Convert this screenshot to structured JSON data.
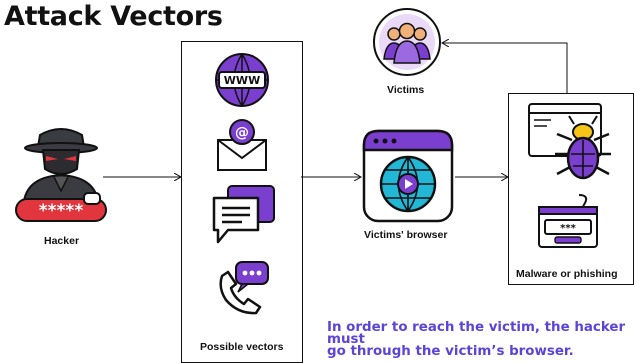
{
  "title": "Attack Vectors",
  "labels": {
    "hacker": "Hacker",
    "vectors": "Possible vectors",
    "browser": "Victims' browser",
    "victims": "Victims",
    "malware": "Malware or phishing"
  },
  "note": {
    "line1": "In order to reach the victim, the hacker must",
    "line2": "go through the victim’s browser."
  },
  "icons": {
    "hacker": "hacker-icon",
    "www": "www-icon",
    "email": "email-icon",
    "chat": "chat-icon",
    "phone": "phone-call-icon",
    "browser": "browser-globe-icon",
    "victims": "victims-group-icon",
    "bug": "bug-icon",
    "password": "password-icon"
  },
  "colors": {
    "accent": "#7b3fd0",
    "note": "#5b45d6",
    "hacker_red": "#e2363f",
    "cyan": "#23b7d6"
  }
}
